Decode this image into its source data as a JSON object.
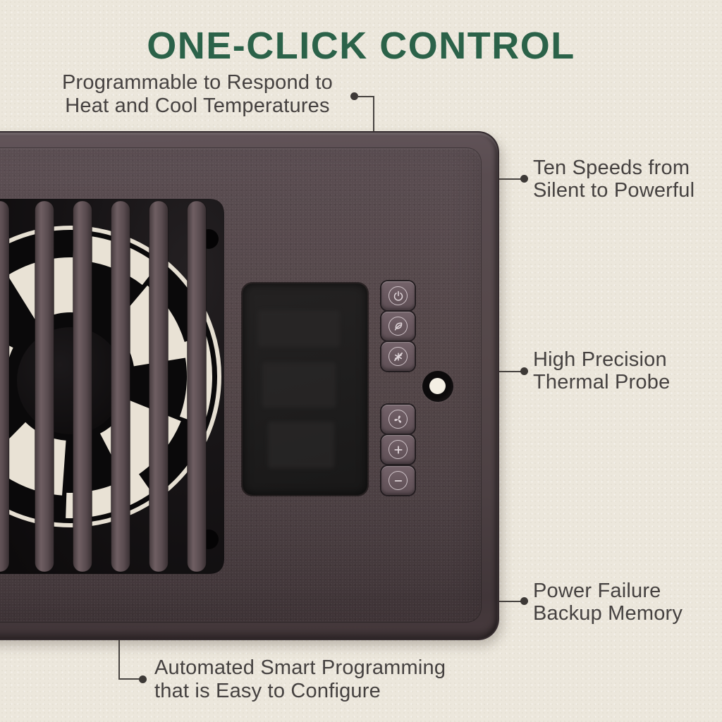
{
  "title": {
    "text": "ONE-CLICK CONTROL"
  },
  "colors": {
    "background": "#ece7dc",
    "title_green": "#2b6249",
    "text_gray": "#454140",
    "callout_line": "#474340",
    "panel_brown": "#54474a",
    "panel_dark": "#3c3134",
    "button_face": "#6a5960",
    "button_glyph": "#e0d6da",
    "display_black": "#1e1d1d",
    "fan_gap_cream": "#e9e2d5"
  },
  "callouts": [
    {
      "id": "programmable",
      "lines": [
        "Programmable to Respond to",
        "Heat and Cool Temperatures"
      ]
    },
    {
      "id": "ten-speeds",
      "lines": [
        "Ten Speeds from",
        "Silent to Powerful"
      ]
    },
    {
      "id": "thermal-probe",
      "lines": [
        "High Precision",
        "Thermal Probe"
      ]
    },
    {
      "id": "backup-memory",
      "lines": [
        "Power Failure",
        "Backup Memory"
      ]
    },
    {
      "id": "smart-programming",
      "lines": [
        "Automated Smart Programming",
        "that is Easy to Configure"
      ]
    }
  ],
  "device": {
    "description": "register booster fan with control panel",
    "display_state": "off",
    "buttons": [
      {
        "id": "power",
        "icon": "power-icon"
      },
      {
        "id": "eco",
        "icon": "leaf-icon"
      },
      {
        "id": "silent",
        "icon": "crossed-asterisk-icon"
      },
      {
        "id": "fan-speed",
        "icon": "fan-icon"
      },
      {
        "id": "increase",
        "icon": "plus-icon"
      },
      {
        "id": "decrease",
        "icon": "minus-icon"
      }
    ]
  }
}
